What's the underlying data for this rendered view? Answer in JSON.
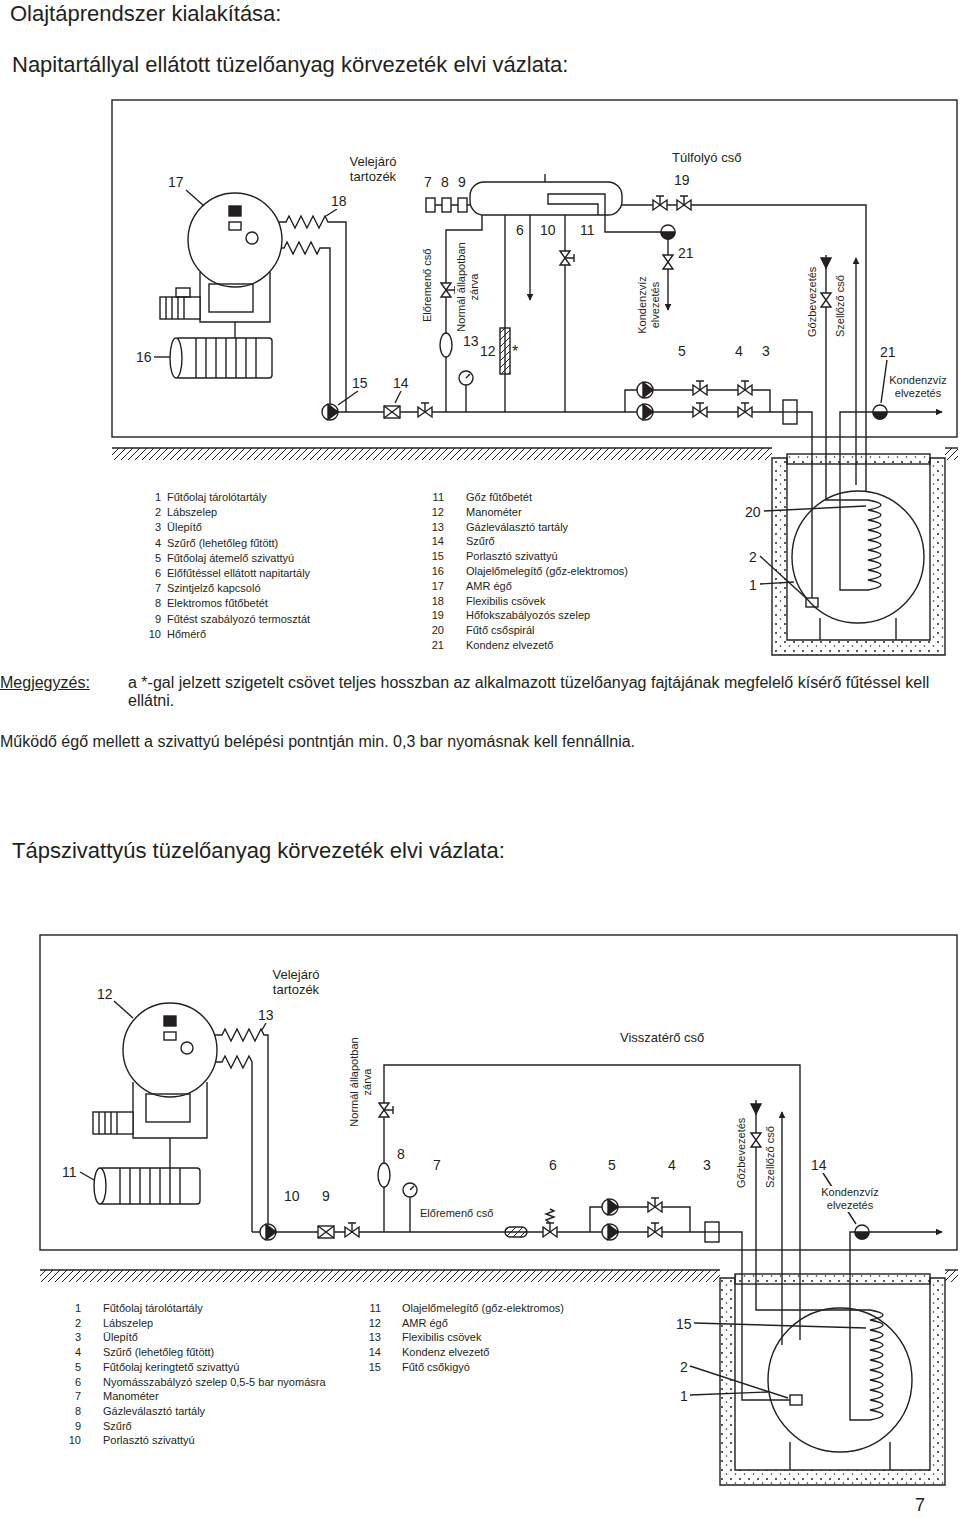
{
  "diagram": {
    "title": "Olajtáprendszer kialakítása:",
    "labels": [
      "Napitartállyal ellátott tüzelőanyag körvezeték elvi vázlata:",
      "17",
      "Velejáró tartozék",
      "18",
      "7",
      "8",
      "9",
      "Túlfolyó cső",
      "19",
      "6",
      "10",
      "11",
      "21",
      "Előremenő cső",
      "Normál állapotban zárva",
      "Kondenzvíz elvezetés",
      "Gőzbevezetés",
      "Szellőző cső",
      "13",
      "12",
      "*",
      "5",
      "4",
      "3",
      "16",
      "15",
      "14",
      "21",
      "Kondenzvíz elvezetés",
      "1",
      "Fűtőolaj tárolótartály",
      "2",
      "Lábszelep",
      "3",
      "Ülepítő",
      "4",
      "Szűrő (lehetőleg fűtött)",
      "5",
      "Fűtőolaj átemelő szivattyú",
      "6",
      "Előfűtéssel ellátott napitartály",
      "7",
      "Szintjelző kapcsoló",
      "8",
      "Elektromos fűtőbetét",
      "9",
      "Fűtést szabályozó termosztát",
      "10",
      "Hőmérő",
      "11",
      "Gőz fűtőbetét",
      "12",
      "Manométer",
      "13",
      "Gázleválasztó tartály",
      "14",
      "Szűrő",
      "15",
      "Porlasztó szivattyú",
      "16",
      "Olajelőmelegítő (gőz-elektromos)",
      "17",
      "AMR égő",
      "18",
      "Flexibilis csövek",
      "19",
      "Hőfokszabályozós szelep",
      "20",
      "Fűtő csőspirál",
      "21",
      "Kondenz elvezető",
      "20",
      "2",
      "1",
      "Megjegyzés:",
      "a *-gal jelzett szigetelt csövet teljes hosszban az alkalmazott tüzelőanyag fajtájának megfelelő kísérő fűtéssel kell ellátni.",
      "Működő égő mellett a szivattyú belépési pontntján min. 0,3 bar nyomásnak kell fennállnia.",
      "Tápszivattyús tüzelőanyag körvezeték elvi vázlata:",
      "12",
      "Velejáró tartozék",
      "13",
      "Normál állapotban zárva",
      "Visszatérő cső",
      "Gőzbevezetés",
      "Szellőző cső",
      "11",
      "10",
      "9",
      "8",
      "7",
      "6",
      "5",
      "4",
      "3",
      "14",
      "Előremenő cső",
      "Kondenzvíz elvezetés",
      "1",
      "Fűtőolaj tárolótartály",
      "2",
      "Lábszelep",
      "3",
      "Ülepítő",
      "4",
      "Szűrő (lehetőleg fűtött)",
      "5",
      "Fűtőolaj keringtető szivattyú",
      "6",
      "Nyomásszabályzó szelep 0,5-5 bar nyomásra",
      "7",
      "Manométer",
      "8",
      "Gázleválasztó tartály",
      "9",
      "Szűrő",
      "10",
      "Porlasztó szivattyú",
      "11",
      "Olajelőmelegítő (gőz-elektromos)",
      "12",
      "AMR égő",
      "13",
      "Flexibilis csövek",
      "14",
      "Kondenz elvezető",
      "15",
      "Fűtő csőkigyó",
      "15",
      "2",
      "1",
      "7"
    ]
  }
}
